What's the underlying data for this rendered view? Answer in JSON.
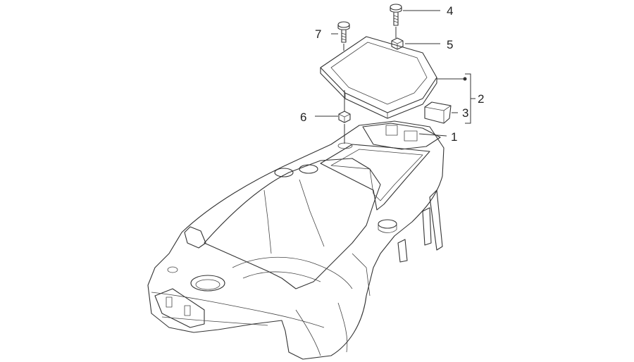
{
  "diagram": {
    "callouts": [
      {
        "id": "1",
        "label": "1"
      },
      {
        "id": "2",
        "label": "2"
      },
      {
        "id": "3",
        "label": "3"
      },
      {
        "id": "4",
        "label": "4"
      },
      {
        "id": "5",
        "label": "5"
      },
      {
        "id": "6",
        "label": "6"
      },
      {
        "id": "7",
        "label": "7"
      }
    ],
    "colors": {
      "line": "#333333",
      "shade": "#cccccc",
      "background": "#ffffff"
    }
  }
}
